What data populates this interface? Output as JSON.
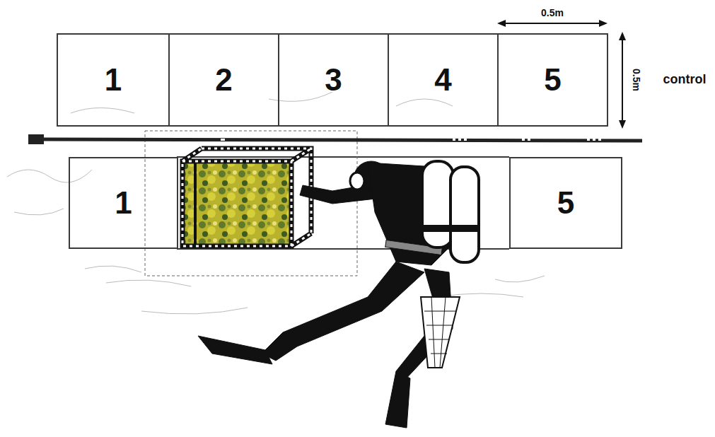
{
  "diagram": {
    "nodes": [
      {
        "text": [
          "1"
        ]
      },
      {
        "text": [
          "2"
        ]
      },
      {
        "text": [
          "3"
        ]
      },
      {
        "text": [
          "4"
        ]
      },
      {
        "text": [
          "5"
        ]
      },
      {
        "text": [
          "1"
        ]
      },
      {
        "text": [
          "5"
        ]
      }
    ],
    "labels": [
      "0.5m",
      "0.5m",
      "control"
    ]
  }
}
